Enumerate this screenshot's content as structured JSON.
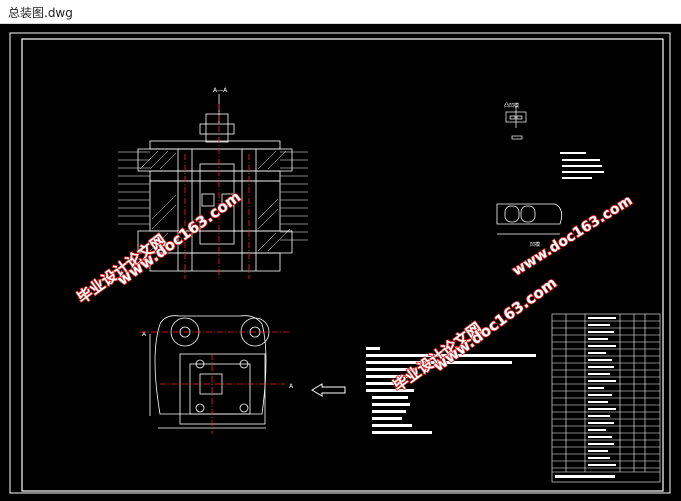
{
  "window": {
    "title": "总装图.dwg"
  },
  "drawing": {
    "background_color": "#000000",
    "line_color": "#ffffff",
    "section_label": "A—A",
    "section_marker": "A",
    "detail_label": "凸凹模",
    "part_label": "凹模",
    "watermark_cn": "毕业设计论文网",
    "watermark_url": "www.doc163.com"
  },
  "colors": {
    "accent": "#d21c1c",
    "centerline": "#ff2020"
  }
}
